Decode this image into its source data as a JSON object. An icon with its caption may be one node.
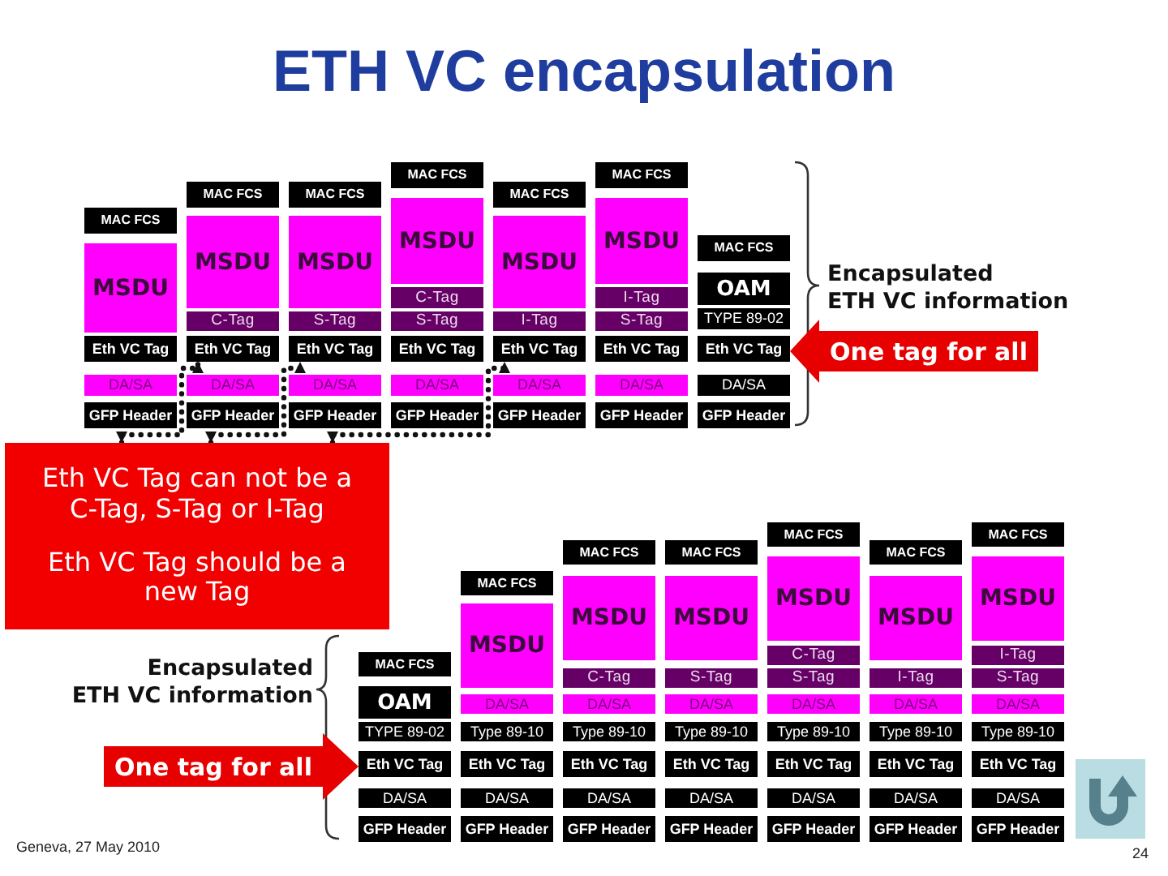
{
  "diagram": {
    "title": "ETH VC encapsulation",
    "nodes": [
      {
        "text": [
          "MAC FCS"
        ]
      },
      {
        "text": [
          "MSDU"
        ]
      },
      {
        "text": [
          "Eth VC Tag"
        ]
      },
      {
        "text": [
          "DA/SA"
        ]
      },
      {
        "text": [
          "GFP Header"
        ]
      },
      {
        "text": [
          "MAC FCS"
        ]
      },
      {
        "text": [
          "MSDU"
        ]
      },
      {
        "text": [
          "C-Tag"
        ]
      },
      {
        "text": [
          "Eth VC Tag"
        ]
      },
      {
        "text": [
          "DA/SA"
        ]
      },
      {
        "text": [
          "GFP Header"
        ]
      },
      {
        "text": [
          "MAC FCS"
        ]
      },
      {
        "text": [
          "MSDU"
        ]
      },
      {
        "text": [
          "S-Tag"
        ]
      },
      {
        "text": [
          "Eth VC Tag"
        ]
      },
      {
        "text": [
          "DA/SA"
        ]
      },
      {
        "text": [
          "GFP Header"
        ]
      },
      {
        "text": [
          "MAC FCS"
        ]
      },
      {
        "text": [
          "MSDU"
        ]
      },
      {
        "text": [
          "C-Tag"
        ]
      },
      {
        "text": [
          "S-Tag"
        ]
      },
      {
        "text": [
          "Eth VC Tag"
        ]
      },
      {
        "text": [
          "DA/SA"
        ]
      },
      {
        "text": [
          "GFP Header"
        ]
      },
      {
        "text": [
          "MAC FCS"
        ]
      },
      {
        "text": [
          "MSDU"
        ]
      },
      {
        "text": [
          "I-Tag"
        ]
      },
      {
        "text": [
          "Eth VC Tag"
        ]
      },
      {
        "text": [
          "DA/SA"
        ]
      },
      {
        "text": [
          "GFP Header"
        ]
      },
      {
        "text": [
          "MAC FCS"
        ]
      },
      {
        "text": [
          "MSDU"
        ]
      },
      {
        "text": [
          "I-Tag"
        ]
      },
      {
        "text": [
          "S-Tag"
        ]
      },
      {
        "text": [
          "Eth VC Tag"
        ]
      },
      {
        "text": [
          "DA/SA"
        ]
      },
      {
        "text": [
          "GFP Header"
        ]
      },
      {
        "text": [
          "MAC FCS"
        ]
      },
      {
        "text": [
          "OAM"
        ]
      },
      {
        "text": [
          "TYPE 89-02"
        ]
      },
      {
        "text": [
          "Eth VC Tag"
        ]
      },
      {
        "text": [
          "DA/SA"
        ]
      },
      {
        "text": [
          "GFP Header"
        ]
      },
      {
        "text": [
          "One tag for all"
        ]
      },
      {
        "text": [
          "Eth VC Tag can not be a C-Tag, S-Tag or I-Tag",
          "Eth VC Tag should be a new Tag"
        ]
      },
      {
        "text": [
          "One tag for all"
        ]
      },
      {
        "text": [
          "MAC FCS"
        ]
      },
      {
        "text": [
          "OAM"
        ]
      },
      {
        "text": [
          "TYPE 89-02"
        ]
      },
      {
        "text": [
          "Eth VC Tag"
        ]
      },
      {
        "text": [
          "DA/SA"
        ]
      },
      {
        "text": [
          "GFP Header"
        ]
      },
      {
        "text": [
          "MAC FCS"
        ]
      },
      {
        "text": [
          "MSDU"
        ]
      },
      {
        "text": [
          "DA/SA"
        ]
      },
      {
        "text": [
          "Type 89-10"
        ]
      },
      {
        "text": [
          "Eth VC Tag"
        ]
      },
      {
        "text": [
          "DA/SA"
        ]
      },
      {
        "text": [
          "GFP Header"
        ]
      },
      {
        "text": [
          "MAC FCS"
        ]
      },
      {
        "text": [
          "MSDU"
        ]
      },
      {
        "text": [
          "C-Tag"
        ]
      },
      {
        "text": [
          "DA/SA"
        ]
      },
      {
        "text": [
          "Type 89-10"
        ]
      },
      {
        "text": [
          "Eth VC Tag"
        ]
      },
      {
        "text": [
          "DA/SA"
        ]
      },
      {
        "text": [
          "GFP Header"
        ]
      },
      {
        "text": [
          "MAC FCS"
        ]
      },
      {
        "text": [
          "MSDU"
        ]
      },
      {
        "text": [
          "S-Tag"
        ]
      },
      {
        "text": [
          "DA/SA"
        ]
      },
      {
        "text": [
          "Type 89-10"
        ]
      },
      {
        "text": [
          "Eth VC Tag"
        ]
      },
      {
        "text": [
          "DA/SA"
        ]
      },
      {
        "text": [
          "GFP Header"
        ]
      },
      {
        "text": [
          "MAC FCS"
        ]
      },
      {
        "text": [
          "MSDU"
        ]
      },
      {
        "text": [
          "C-Tag"
        ]
      },
      {
        "text": [
          "S-Tag"
        ]
      },
      {
        "text": [
          "DA/SA"
        ]
      },
      {
        "text": [
          "Type 89-10"
        ]
      },
      {
        "text": [
          "Eth VC Tag"
        ]
      },
      {
        "text": [
          "DA/SA"
        ]
      },
      {
        "text": [
          "GFP Header"
        ]
      },
      {
        "text": [
          "MAC FCS"
        ]
      },
      {
        "text": [
          "MSDU"
        ]
      },
      {
        "text": [
          "I-Tag"
        ]
      },
      {
        "text": [
          "DA/SA"
        ]
      },
      {
        "text": [
          "Type 89-10"
        ]
      },
      {
        "text": [
          "Eth VC Tag"
        ]
      },
      {
        "text": [
          "DA/SA"
        ]
      },
      {
        "text": [
          "GFP Header"
        ]
      },
      {
        "text": [
          "MAC FCS"
        ]
      },
      {
        "text": [
          "MSDU"
        ]
      },
      {
        "text": [
          "I-Tag"
        ]
      },
      {
        "text": [
          "S-Tag"
        ]
      },
      {
        "text": [
          "DA/SA"
        ]
      },
      {
        "text": [
          "Type 89-10"
        ]
      },
      {
        "text": [
          "Eth VC Tag"
        ]
      },
      {
        "text": [
          "DA/SA"
        ]
      },
      {
        "text": [
          "GFP Header"
        ]
      }
    ],
    "edges": [
      {
        "from": 44,
        "to": 8,
        "arrow": "both",
        "style": "dashed"
      },
      {
        "from": 44,
        "to": 14,
        "arrow": "both",
        "style": "dashed"
      },
      {
        "from": 44,
        "to": 27,
        "arrow": "both",
        "style": "dashed"
      }
    ],
    "labels": [
      "Encapsulated ETH VC information",
      "Encapsulated ETH VC information",
      "Geneva, 27 May 2010",
      "24"
    ]
  }
}
